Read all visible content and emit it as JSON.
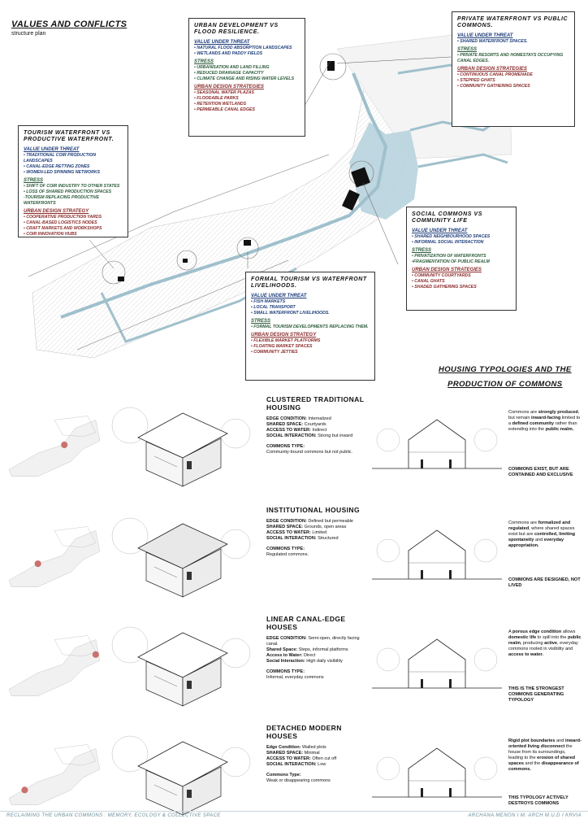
{
  "header": {
    "title": "VALUES AND CONFLICTS",
    "subtitle": "structure plan"
  },
  "boxes": {
    "urban_dev": {
      "title": "URBAN DEVELOPMENT VS FLOOD RESILIENCE.",
      "value_label": "VALUE UNDER THREAT",
      "value_items": [
        "• NATURAL FLOOD ABSORPTION LANDSCAPES",
        "• WETLANDS AND PADDY FIELDS"
      ],
      "stress_label": "STRESS",
      "stress_items": [
        "• URBANISATION AND LAND FILLING",
        "• REDUCED DRAINAGE CAPACITY",
        "• CLIMATE CHANGE AND RISING WATER LEVELS"
      ],
      "strategy_label": "URBAN DESIGN STRATEGIES",
      "strategy_items": [
        "• SEASONAL WATER PLAZAS",
        "• FLOODABLE PARKS",
        "• RETENTION WETLANDS",
        "• PERMEABLE CANAL EDGES"
      ]
    },
    "private": {
      "title": "PRIVATE WATERFRONT VS PUBLIC COMMONS.",
      "value_label": "VALUE UNDER THREAT",
      "value_items": [
        "• SHARED WATERFRONT SPACES."
      ],
      "stress_label": "STRESS",
      "stress_items": [
        "• PRIVATE RESORTS AND HOMESTAYS OCCUPYING CANAL EDGES."
      ],
      "strategy_label": "URBAN DESIGN STRATEGIES",
      "strategy_items": [
        "• CONTINUOUS CANAL PROMENADE",
        "• STEPPED GHATS",
        "• COMMUNITY GATHERING SPACES"
      ]
    },
    "tourism": {
      "title": "TOURISM WATERFRONT VS PRODUCTIVE WATERFRONT.",
      "value_label": "VALUE UNDER THREAT",
      "value_items": [
        "• TRADITIONAL COIR PRODUCTION LANDSCAPES",
        "• CANAL-EDGE RETTING ZONES",
        "• WOMEN-LED SPINNING NETWORKS"
      ],
      "stress_label": "STRESS",
      "stress_items": [
        "• SHIFT OF COIR INDUSTRY TO OTHER STATES",
        "• LOSS OF SHARED PRODUCTION SPACES",
        "-TOURISM REPLACING PRODUCTIVE WATERFRONTS"
      ],
      "strategy_label": "URBAN DESIGN STRATEGY",
      "strategy_items": [
        "• COOPERATIVE PRODUCTION YARDS",
        "• CANAL-BASED LOGISTICS NODES",
        "• CRAFT MARKETS AND WORKSHOPS",
        "• COIR INNOVATION HUBS"
      ]
    },
    "social": {
      "title": "SOCIAL COMMONS VS COMMUNITY LIFE",
      "value_label": "VALUE UNDER THREAT",
      "value_items": [
        "• SHARED NEIGHBOURHOOD SPACES",
        "• INFORMAL SOCIAL INTERACTION"
      ],
      "stress_label": "STRESS",
      "stress_items": [
        "• PRIVATIZATION OF WATERFRONTS",
        "•FRAGMENTATION OF PUBLIC REALM"
      ],
      "strategy_label": "URBAN DESIGN STRATEGIES",
      "strategy_items": [
        "• COMMUNITY COURTYARDS",
        "• CANAL GHATS",
        "• SHADED GATHERING SPACES"
      ]
    },
    "formal": {
      "title": "FORMAL TOURISM VS WATERFRONT LIVELIHOODS.",
      "value_label": "VALUE UNDER THREAT",
      "value_items": [
        "• FISH MARKETS",
        "• LOCAL TRANSPORT",
        "• SMALL WATERFRONT LIVELIHOODS."
      ],
      "stress_label": "STRESS",
      "stress_items": [
        "• FORMAL TOURISM DEVELOPMENTS REPLACING THEM."
      ],
      "strategy_label": "URBAN DESIGN STRATEGY",
      "strategy_items": [
        "• FLEXIBLE MARKET PLATFORMS",
        "• FLOATING MARKET SPACES",
        "• COMMUNITY JETTIES"
      ]
    }
  },
  "housing": {
    "title_line1": "HOUSING TYPOLOGIES AND THE",
    "title_line2": "PRODUCTION OF COMMONS",
    "typologies": [
      {
        "name": "CLUSTERED TRADITIONAL HOUSING",
        "attrs": [
          {
            "k": "EDGE CONDITION:",
            "v": " Internalized"
          },
          {
            "k": "SHARED SPACE:",
            "v": " Courtyards"
          },
          {
            "k": "ACCESS TO WATER:",
            "v": " Indirect"
          },
          {
            "k": "SOCIAL INTERACTION:",
            "v": " Strong but inward"
          }
        ],
        "commons_label": "COMMONS TYPE:",
        "commons_value": "Community-bound commons but not public.",
        "desc_parts": [
          "Commons are ",
          "strongly produced",
          ", but remain ",
          "inward-facing",
          " limited to a ",
          "defined community",
          " rather than extending into the ",
          "public realm."
        ],
        "verdict": "COMMONS EXIST, BUT ARE CONTAINED AND EXCLUSIVE"
      },
      {
        "name": "INSTITUTIONAL HOUSING",
        "attrs": [
          {
            "k": "EDGE CONDITION:",
            "v": " Defined but permeable"
          },
          {
            "k": "SHARED SPACE:",
            "v": " Grounds, open areas"
          },
          {
            "k": "ACCESS TO WATER:",
            "v": " Limited"
          },
          {
            "k": "SOCIAL INTERACTION:",
            "v": " Structured"
          }
        ],
        "commons_label": "COMMONS TYPE:",
        "commons_value": "Regulated commons.",
        "desc_parts": [
          "Commons are ",
          "formalized and regulated",
          ", where shared spaces exist but are ",
          "controlled, limiting spontaneity",
          " and ",
          "everyday appropriation."
        ],
        "verdict": "COMMONS ARE DESIGNED, NOT LIVED"
      },
      {
        "name": "LINEAR CANAL-EDGE HOUSES",
        "attrs": [
          {
            "k": "EDGE CONDITION:",
            "v": " Semi-open, directly facing canal."
          },
          {
            "k": "Shared Space:",
            "v": " Steps, informal platforms"
          },
          {
            "k": "Access to Water:",
            "v": " Direct"
          },
          {
            "k": "Social Interaction:",
            "v": " High daily visibility"
          }
        ],
        "commons_label": "COMMONS TYPE:",
        "commons_value": "Informal, everyday commons",
        "desc_parts": [
          "A ",
          "porous edge condition",
          " allows ",
          "domestic life",
          " to spill into the ",
          "public realm",
          ", producing ",
          "active",
          ", everyday commons rooted in visibility and ",
          "access to water."
        ],
        "verdict": "THIS IS THE STRONGEST COMMONS GENERATING TYPOLOGY"
      },
      {
        "name": "DETACHED MODERN HOUSES",
        "attrs": [
          {
            "k": "Edge Condition:",
            "v": " Walled plots"
          },
          {
            "k": "SHARED SPACE:",
            "v": " Minimal"
          },
          {
            "k": "ACCESS TO WATER:",
            "v": " Often cut off"
          },
          {
            "k": "SOCIAL INTERACTION:",
            "v": " Low"
          }
        ],
        "commons_label": "Commons Type:",
        "commons_value": "Weak or disappearing commons",
        "desc_parts": [
          "Rigid plot boundaries",
          " and ",
          "inward-oriented living disconnect",
          " the house from its surroundings, leading to the ",
          "erosion of shared spaces",
          " and the ",
          "disappearance of commons."
        ],
        "verdict": "THIS TYPOLOGY ACTIVELY DESTROYS COMMONS"
      }
    ]
  },
  "footer": {
    "left": "RECLAIMING THE URBAN COMMONS : MEMORY, ECOLOGY & COLLECTIVE SPACE",
    "right": "ARCHANA MENON   I   M. ARCH  M.U.D   I   KRVIA"
  },
  "colors": {
    "value": "#1e3d7b",
    "stress": "#2b5b3a",
    "strategy": "#8a2a2a",
    "water": "#b8d3dd",
    "marker": "#c9716f"
  }
}
